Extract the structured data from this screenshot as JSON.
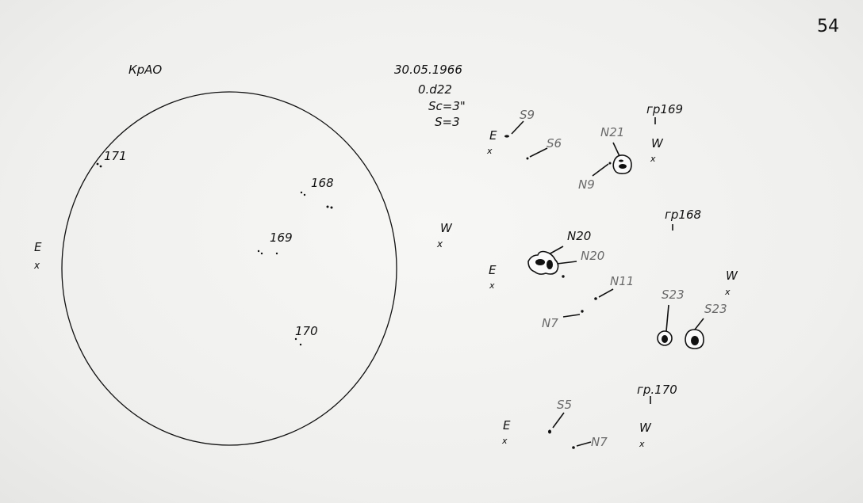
{
  "page_number": "54",
  "observatory": "КрАО",
  "header": {
    "date": "30.05.1966",
    "time": "0.d22",
    "seeing": "Sc=3\"",
    "scale": "S=3"
  },
  "disk": {
    "east": "E",
    "west": "W",
    "mark": "x",
    "groups": [
      "171",
      "168",
      "169",
      "170"
    ]
  },
  "group_169": {
    "title": "гр169",
    "east": "E",
    "west": "W",
    "mark": "x",
    "labels": [
      "S9",
      "S6",
      "N21",
      "N9"
    ]
  },
  "group_168": {
    "title": "гр168",
    "east": "E",
    "west": "W",
    "mark": "x",
    "labels": [
      "N20",
      "N20",
      "N11",
      "N7",
      "S23",
      "S23"
    ]
  },
  "group_170": {
    "title": "гр.170",
    "east": "E",
    "west": "W",
    "mark": "x",
    "labels": [
      "S5",
      "N7"
    ]
  }
}
